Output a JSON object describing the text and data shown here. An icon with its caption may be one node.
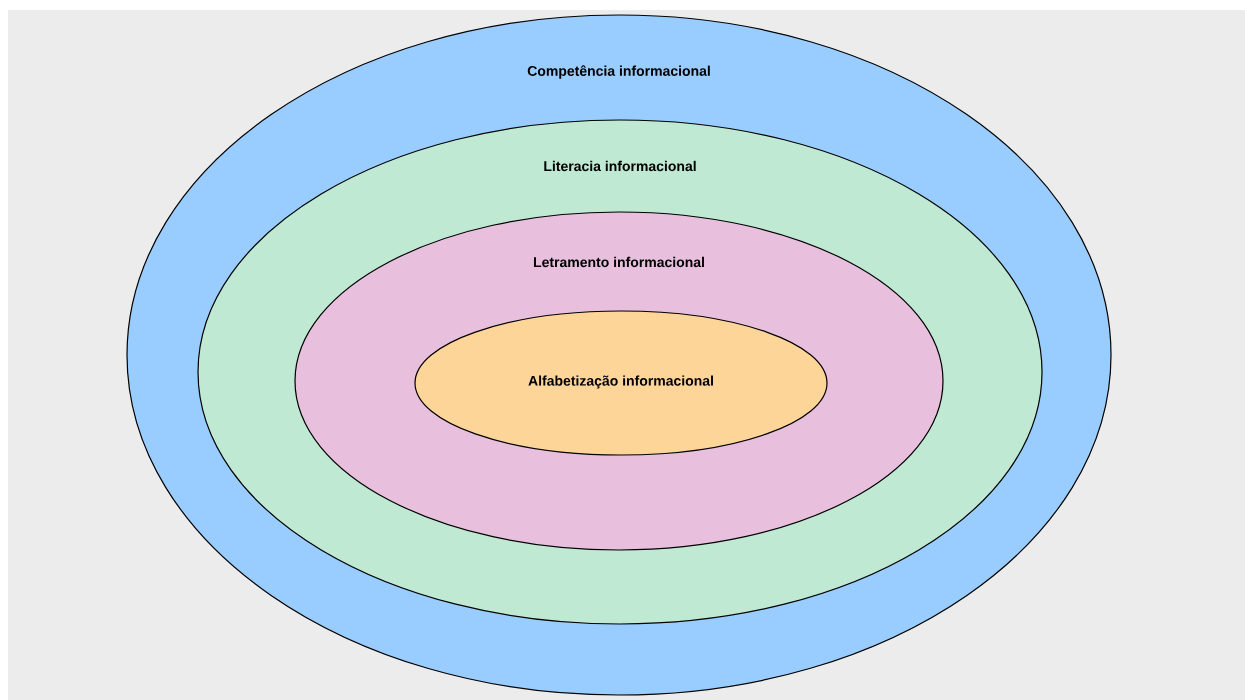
{
  "diagram": {
    "nodes": [
      {
        "text": [
          "Competência informacional"
        ]
      },
      {
        "text": [
          "Literacia informacional"
        ],
        "in": 0
      },
      {
        "text": [
          "Letramento informacional"
        ],
        "in": 1
      },
      {
        "text": [
          "Alfabetização informacional"
        ],
        "in": 2
      }
    ]
  }
}
